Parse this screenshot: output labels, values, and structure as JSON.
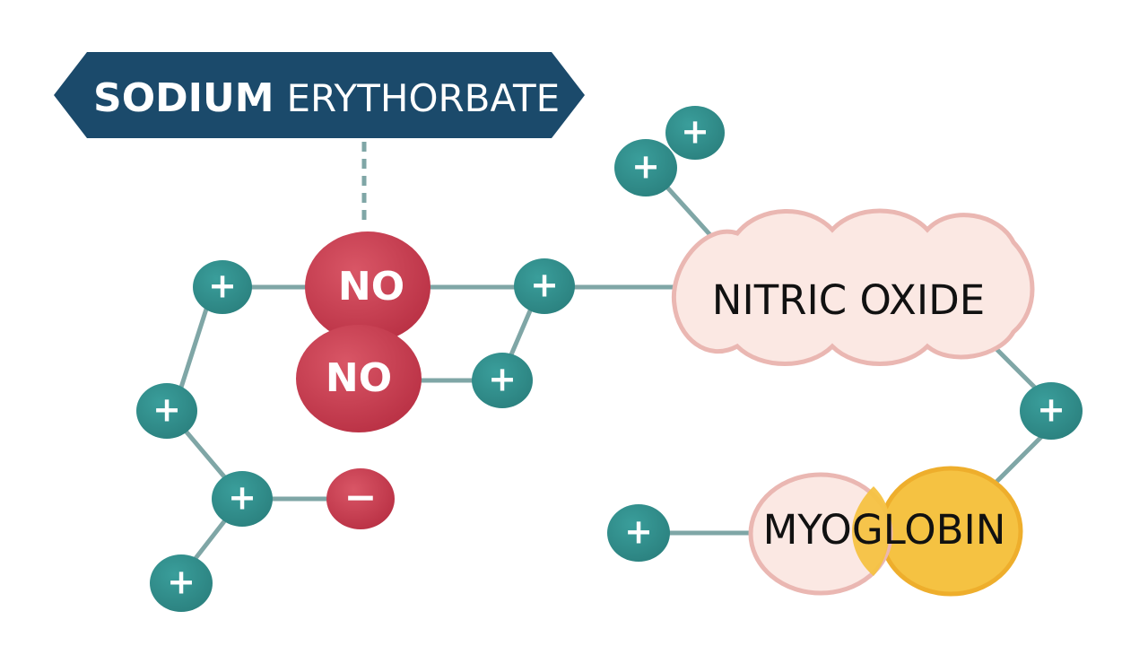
{
  "banner": {
    "title_bold": "SODIUM",
    "title_rest": "ERYTHORBATE"
  },
  "nodes": {
    "no_top": "NO",
    "no_bottom": "NO",
    "nitric_oxide": "NITRIC OXIDE",
    "myoglobin": "MYOGLOBIN"
  },
  "charges": {
    "positive": "+",
    "negative": "−"
  },
  "colors": {
    "banner": "#1b4a6b",
    "teal_node": "#2e8a88",
    "red_node": "#c73a4c",
    "pink_fill": "#fbe8e3",
    "pink_stroke": "#eab7b2",
    "gold": "#f5c242",
    "link": "#7fa6a6"
  }
}
